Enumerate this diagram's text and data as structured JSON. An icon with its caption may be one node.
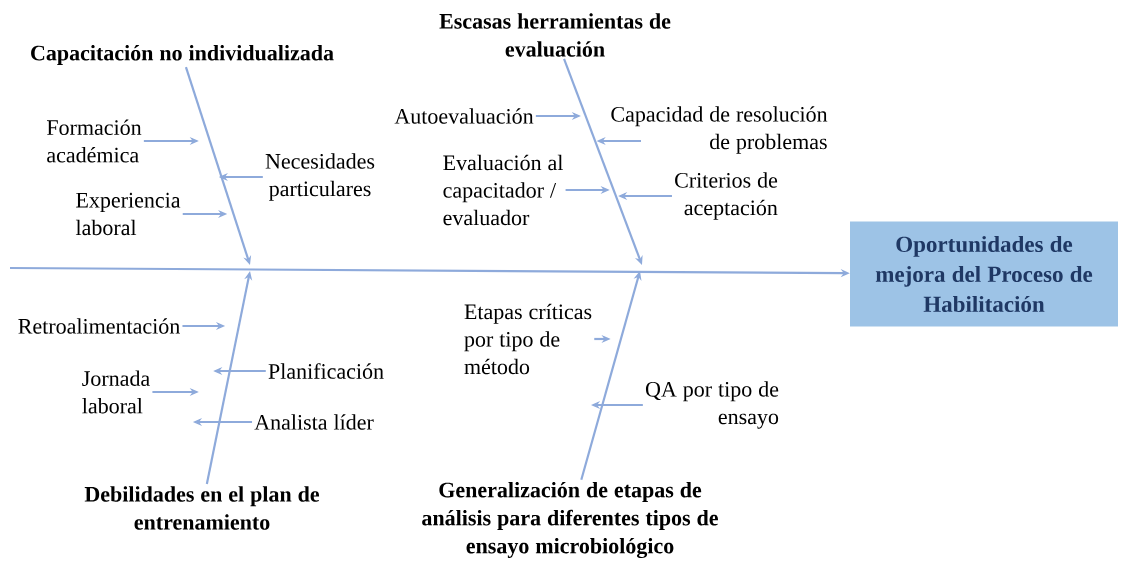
{
  "diagram": {
    "nodes": [
      {
        "text": [
          "Capacitación no individualizada"
        ]
      },
      {
        "text": [
          "Formación académica"
        ]
      },
      {
        "text": [
          "Experiencia laboral"
        ]
      },
      {
        "text": [
          "Necesidades particulares"
        ]
      },
      {
        "text": [
          "Escasas herramientas de evaluación"
        ]
      },
      {
        "text": [
          "Autoevaluación"
        ]
      },
      {
        "text": [
          "Evaluación al capacitador / evaluador"
        ]
      },
      {
        "text": [
          "Capacidad de resolución de problemas"
        ]
      },
      {
        "text": [
          "Criterios de aceptación"
        ]
      },
      {
        "text": [
          "Oportunidades de mejora del Proceso de Habilitación"
        ]
      },
      {
        "text": [
          "Retroalimentación"
        ]
      },
      {
        "text": [
          "Jornada laboral"
        ]
      },
      {
        "text": [
          "Planificación"
        ]
      },
      {
        "text": [
          "Analista líder"
        ]
      },
      {
        "text": [
          "Debilidades en el plan de entrenamiento"
        ]
      },
      {
        "text": [
          "Etapas críticas por tipo de método"
        ]
      },
      {
        "text": [
          "QA por tipo de ensayo"
        ]
      },
      {
        "text": [
          "Generalización de etapas de análisis para diferentes tipos de ensayo microbiológico"
        ]
      }
    ],
    "edges": [
      {
        "from": 0,
        "to": null,
        "arrow": "to"
      },
      {
        "from": 4,
        "to": null,
        "arrow": "to"
      },
      {
        "from": 14,
        "to": null,
        "arrow": "to"
      },
      {
        "from": 17,
        "to": null,
        "arrow": "to"
      },
      {
        "from": null,
        "to": 9,
        "arrow": "to"
      },
      {
        "from": 1,
        "to": null,
        "arrow": "to"
      },
      {
        "from": 2,
        "to": null,
        "arrow": "to"
      },
      {
        "from": 3,
        "to": null,
        "arrow": "to"
      },
      {
        "from": 5,
        "to": null,
        "arrow": "to"
      },
      {
        "from": 6,
        "to": null,
        "arrow": "to"
      },
      {
        "from": 7,
        "to": null,
        "arrow": "to"
      },
      {
        "from": 8,
        "to": null,
        "arrow": "to"
      },
      {
        "from": 10,
        "to": null,
        "arrow": "to"
      },
      {
        "from": 11,
        "to": null,
        "arrow": "to"
      },
      {
        "from": 12,
        "to": null,
        "arrow": "to"
      },
      {
        "from": 13,
        "to": null,
        "arrow": "to"
      },
      {
        "from": 15,
        "to": null,
        "arrow": "to"
      },
      {
        "from": 16,
        "to": null,
        "arrow": "to"
      }
    ]
  }
}
